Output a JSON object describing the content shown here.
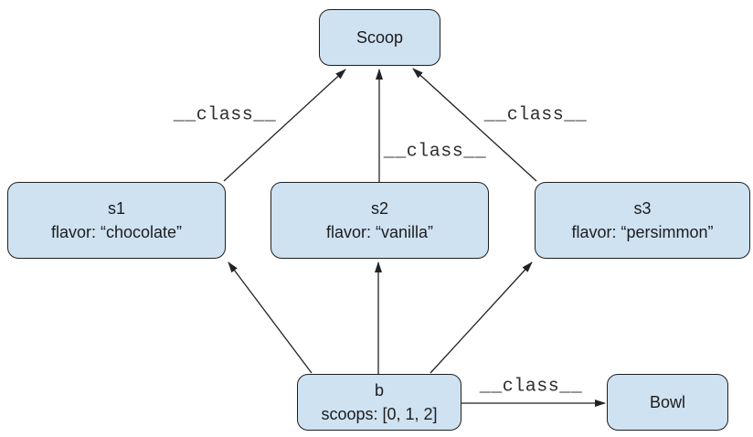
{
  "nodes": {
    "scoop": {
      "title": "Scoop"
    },
    "s1": {
      "title": "s1",
      "attr": "flavor: “chocolate”"
    },
    "s2": {
      "title": "s2",
      "attr": "flavor: “vanilla”"
    },
    "s3": {
      "title": "s3",
      "attr": "flavor: “persimmon”"
    },
    "b": {
      "title": "b",
      "attr": "scoops: [0, 1, 2]"
    },
    "bowl": {
      "title": "Bowl"
    }
  },
  "edge_labels": {
    "s1_to_scoop": "__class__",
    "s2_to_scoop": "__class__",
    "s3_to_scoop": "__class__",
    "b_to_bowl": "__class__"
  },
  "colors": {
    "node_fill": "#cfe2f2",
    "node_border": "#1f1f1f",
    "edge_color": "#222222",
    "label_color": "#2e2e2e",
    "bg": "#ffffff"
  }
}
